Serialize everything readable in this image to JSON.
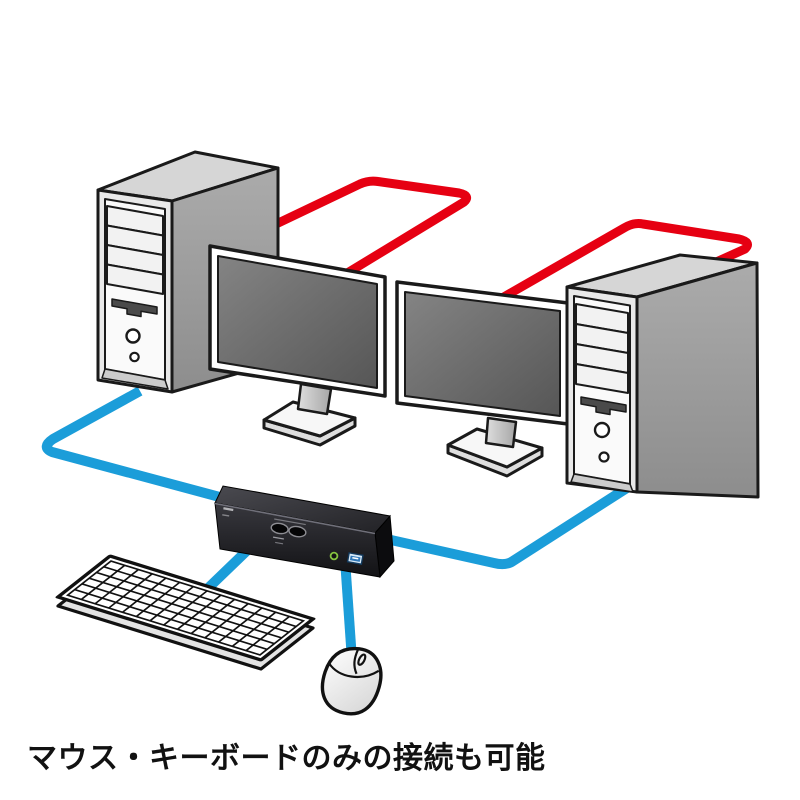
{
  "caption": {
    "text": "マウス・キーボードのみの接続も可能"
  },
  "colors": {
    "background": "#ffffff",
    "cable_red": "#e60012",
    "cable_blue": "#1b9dd9",
    "outline": "#1a1a1a",
    "kvm_body_dark": "#1b1b1f",
    "kvm_led_green": "#86c440",
    "kvm_usb_blue": "#2f77b8",
    "monitor_screen_gray": "#6b6b6b",
    "tower_side_gray": "#9a9a9a"
  },
  "components": {
    "pc_tower_left": "pc-tower-1",
    "pc_tower_right": "pc-tower-2",
    "monitor_left": "monitor-1",
    "monitor_right": "monitor-2",
    "kvm_switch": "kvm-switch-box",
    "keyboard": "keyboard",
    "mouse": "mouse",
    "video_cables": "red-video-cables",
    "usb_cables": "blue-usb-cables"
  }
}
